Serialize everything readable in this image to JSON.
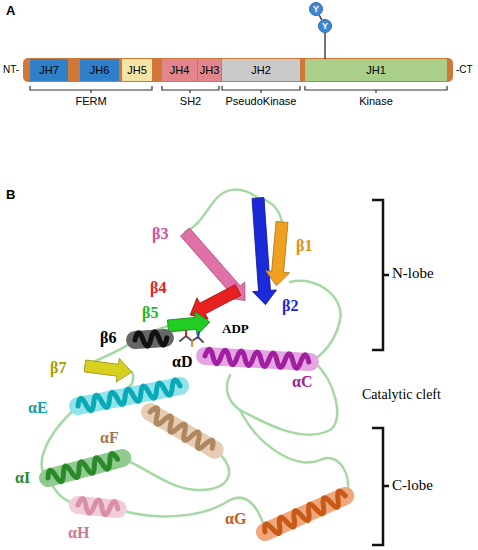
{
  "diagram": {
    "nodes": [
      {
        "text": [
          "Y"
        ]
      },
      {
        "text": [
          "Y"
        ]
      },
      {
        "text": [
          "JH7"
        ]
      },
      {
        "text": [
          "JH6"
        ]
      },
      {
        "text": [
          "JH5"
        ]
      },
      {
        "text": [
          "JH4"
        ]
      },
      {
        "text": [
          "JH3"
        ]
      },
      {
        "text": [
          "JH2"
        ]
      },
      {
        "text": [
          "JH1"
        ]
      }
    ],
    "edges": [
      {
        "from": 8,
        "to": 1,
        "arrow": "none"
      },
      {
        "from": 1,
        "to": 0,
        "arrow": "none"
      }
    ],
    "labels": [
      "A",
      "NT-",
      "-CT",
      "FERM",
      "SH2",
      "PseudoKinase",
      "Kinase",
      "B",
      "β3",
      "β1",
      "β2",
      "β4",
      "β5",
      "β6",
      "ADP",
      "β7",
      "αC",
      "αE",
      "αD",
      "αF",
      "αI",
      "αH",
      "αG",
      "N-lobe",
      "Catalytic cleft",
      "C-lobe"
    ]
  }
}
